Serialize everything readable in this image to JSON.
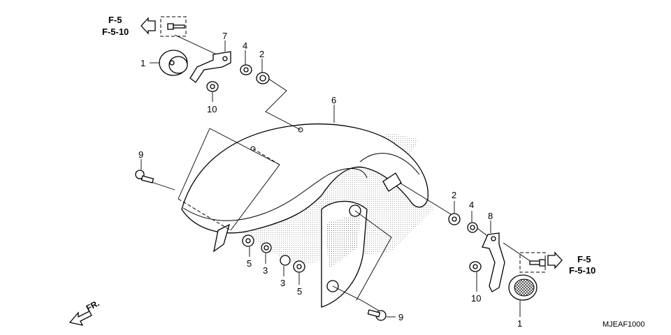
{
  "diagram": {
    "callouts": {
      "c1_top": "1",
      "c1_bottom": "1",
      "c2_top": "2",
      "c2_right": "2",
      "c3_left": "3",
      "c3_mid": "3",
      "c4_top": "4",
      "c4_right": "4",
      "c5_left": "5",
      "c5_mid": "5",
      "c6": "6",
      "c7": "7",
      "c8": "8",
      "c9_left": "9",
      "c9_bottom": "9",
      "c10_top": "10",
      "c10_bottom": "10"
    },
    "refs": {
      "top_left_line1": "F-5",
      "top_left_line2": "F-5-10",
      "bottom_right_line1": "F-5",
      "bottom_right_line2": "F-5-10"
    },
    "front_label": "FR.",
    "diagram_code": "MJEAF1000"
  }
}
